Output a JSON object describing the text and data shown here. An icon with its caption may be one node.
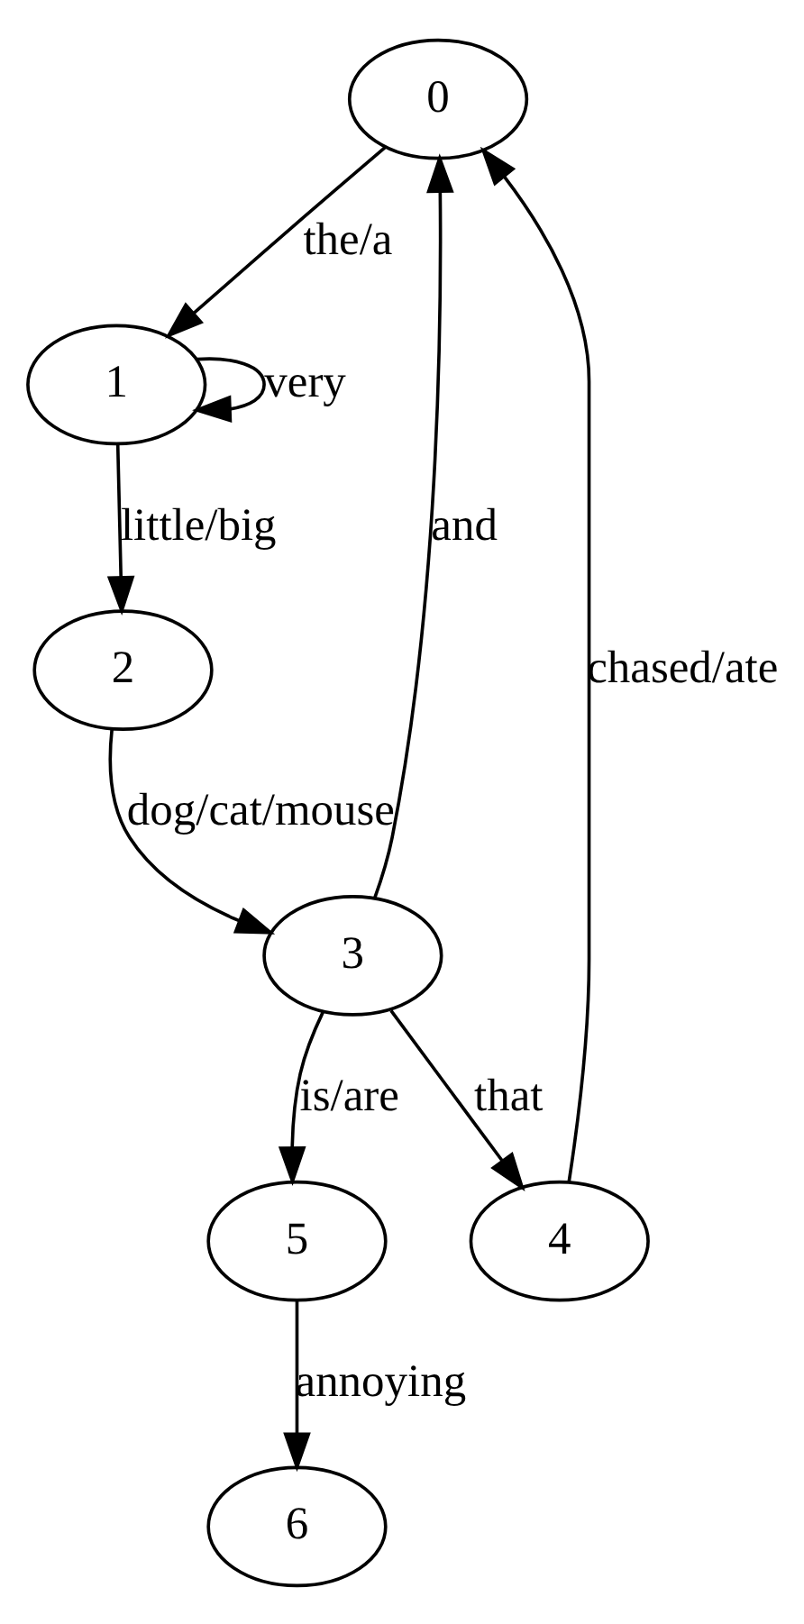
{
  "diagram": {
    "nodes": [
      {
        "text": [
          "0"
        ]
      },
      {
        "text": [
          "1"
        ]
      },
      {
        "text": [
          "2"
        ]
      },
      {
        "text": [
          "3"
        ]
      },
      {
        "text": [
          "5"
        ]
      },
      {
        "text": [
          "4"
        ]
      },
      {
        "text": [
          "6"
        ]
      }
    ],
    "edges": [
      {
        "from": 0,
        "to": 1,
        "arrow": "to",
        "label": "the/a"
      },
      {
        "from": 1,
        "to": 1,
        "arrow": "to",
        "label": "very"
      },
      {
        "from": 1,
        "to": 2,
        "arrow": "to",
        "label": "little/big"
      },
      {
        "from": 2,
        "to": 3,
        "arrow": "to",
        "label": "dog/cat/mouse"
      },
      {
        "from": 3,
        "to": 0,
        "arrow": "to",
        "label": "and"
      },
      {
        "from": 3,
        "to": 4,
        "arrow": "to",
        "label": "is/are"
      },
      {
        "from": 3,
        "to": 5,
        "arrow": "to",
        "label": "that"
      },
      {
        "from": 5,
        "to": 0,
        "arrow": "to",
        "label": "chased/ate"
      },
      {
        "from": 4,
        "to": 6,
        "arrow": "to",
        "label": "annoying"
      }
    ]
  }
}
